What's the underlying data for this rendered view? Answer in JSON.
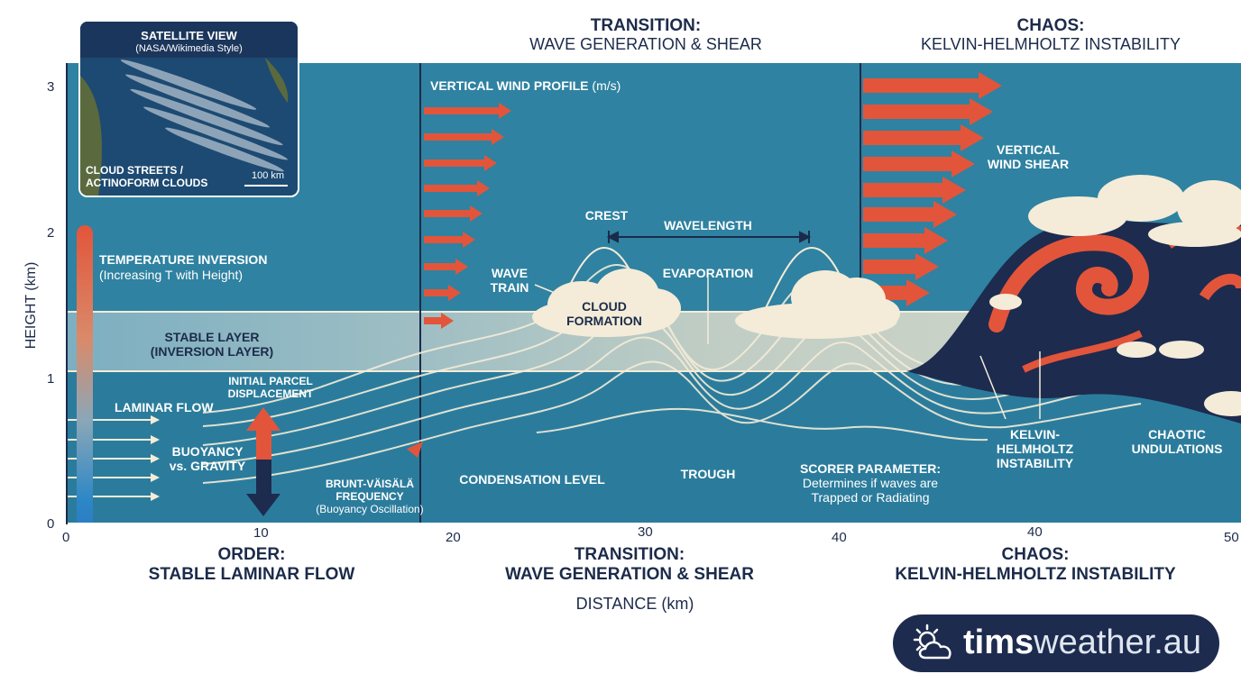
{
  "top_sections": [
    {
      "title": "TRANSITION:",
      "subtitle": "WAVE GENERATION & SHEAR"
    },
    {
      "title": "CHAOS:",
      "subtitle": "KELVIN-HELMHOLTZ INSTABILITY"
    }
  ],
  "bottom_sections": [
    {
      "title": "ORDER:",
      "subtitle": "STABLE LAMINAR FLOW"
    },
    {
      "title": "TRANSITION:",
      "subtitle": "WAVE GENERATION & SHEAR"
    },
    {
      "title": "CHAOS:",
      "subtitle": "KELVIN-HELMHOLTZ INSTABILITY"
    }
  ],
  "axes": {
    "y_label": "HEIGHT (km)",
    "y_ticks": [
      "3",
      "2",
      "1",
      "0"
    ],
    "x_label": "DISTANCE (km)",
    "x_ticks": [
      "0",
      "10",
      "20",
      "30",
      "40",
      "40",
      "50"
    ]
  },
  "satellite": {
    "title": "SATELLITE VIEW",
    "subtitle": "(NASA/Wikimedia Style)",
    "caption_line1": "CLOUD STREETS /",
    "caption_line2": "ACTINOFORM CLOUDS",
    "scale": "100 km"
  },
  "labels": {
    "temp_inversion": "TEMPERATURE INVERSION",
    "temp_inversion_sub": "(Increasing T with Height)",
    "stable_layer_1": "STABLE LAYER",
    "stable_layer_2": "(INVERSION LAYER)",
    "laminar_flow": "LAMINAR FLOW",
    "initial_parcel_1": "INITIAL PARCEL",
    "initial_parcel_2": "DISPLACEMENT",
    "buoyancy_1": "BUOYANCY",
    "buoyancy_2": "vs. GRAVITY",
    "brunt_1": "BRUNT-VÄISÄLÄ",
    "brunt_2": "FREQUENCY",
    "brunt_3": "(Buoyancy Oscillation)",
    "vertical_wind_profile": "VERTICAL WIND PROFILE",
    "vertical_wind_unit": "(m/s)",
    "wave_train_1": "WAVE",
    "wave_train_2": "TRAIN",
    "crest": "CREST",
    "wavelength": "WAVELENGTH",
    "evaporation": "EVAPORATION",
    "cloud_formation_1": "CLOUD",
    "cloud_formation_2": "FORMATION",
    "condensation_level": "CONDENSATION LEVEL",
    "trough": "TROUGH",
    "scorer_1": "SCORER PARAMETER:",
    "scorer_2": "Determines if waves are",
    "scorer_3": "Trapped or Radiating",
    "vertical_shear_1": "VERTICAL",
    "vertical_shear_2": "WIND SHEAR",
    "kh_1": "KELVIN-",
    "kh_2": "HELMHOLTZ",
    "kh_3": "INSTABILITY",
    "chaotic_1": "CHAOTIC",
    "chaotic_2": "UNDULATIONS"
  },
  "logo": {
    "text_dark": "tims",
    "text_light": "weather.au"
  },
  "colors": {
    "panel": "#2b7c9c",
    "arrow": "#e2553a",
    "navy": "#1c2b4a",
    "cream": "#f4ecd8"
  }
}
